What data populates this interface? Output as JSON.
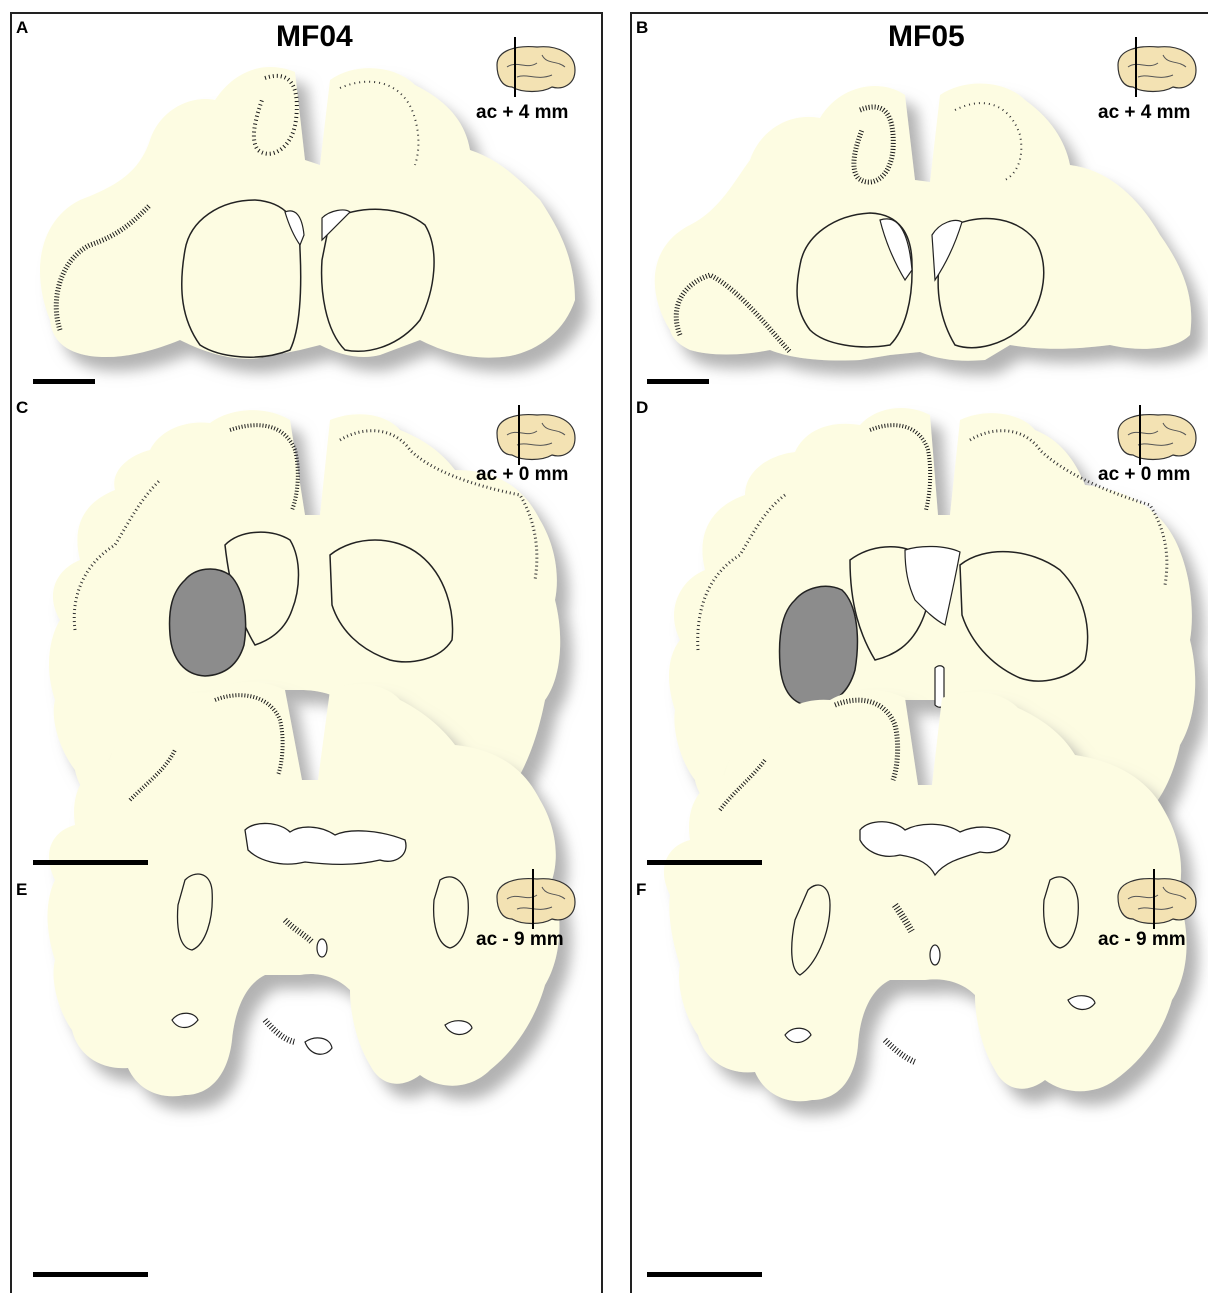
{
  "columns": [
    {
      "title": "MF04"
    },
    {
      "title": "MF05"
    }
  ],
  "panels": [
    {
      "letter": "A",
      "level": "ac + 4 mm"
    },
    {
      "letter": "B",
      "level": "ac + 4 mm"
    },
    {
      "letter": "C",
      "level": "ac + 0 mm"
    },
    {
      "letter": "D",
      "level": "ac + 0 mm"
    },
    {
      "letter": "E",
      "level": "ac - 9 mm"
    },
    {
      "letter": "F",
      "level": "ac - 9 mm"
    }
  ],
  "colors": {
    "section_fill": "#fdfce2",
    "section_shadow": "#bdbdbd",
    "lesion_fill": "#8c8c8c",
    "label_dots": "#1a1a1a",
    "brain_icon": "#f3e2b3"
  }
}
